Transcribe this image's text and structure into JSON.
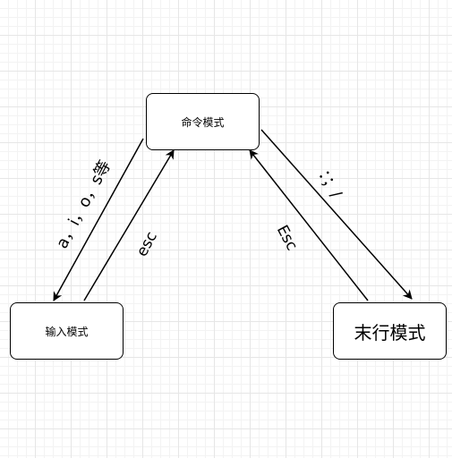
{
  "nodes": {
    "command_mode": "命令模式",
    "input_mode": "输入模式",
    "last_line_mode": "末行模式"
  },
  "edges": {
    "to_input": "a，i，o，s等",
    "to_command_from_input": "esc",
    "to_command_from_last": "Esc",
    "to_last_line": "：；/"
  },
  "colors": {
    "stroke": "#000000",
    "background": "#ffffff",
    "grid": "#e6e6e6"
  }
}
